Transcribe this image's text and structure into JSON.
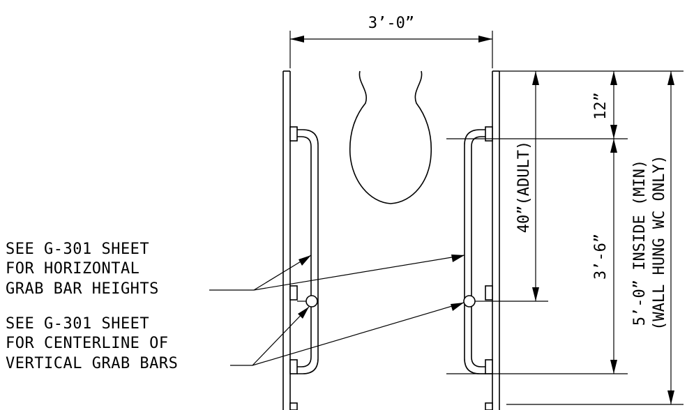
{
  "dimensions": {
    "width_label": "3’-0”",
    "top_offset_label": "12”",
    "adult_height_label": "40”(ADULT)",
    "bar_span_label": "3’-6”",
    "inside_line1": "5’-0” INSIDE (MIN)",
    "inside_line2": "(WALL HUNG WC ONLY)"
  },
  "notes": {
    "horizontal": [
      "SEE G-301 SHEET",
      "FOR HORIZONTAL",
      "GRAB BAR HEIGHTS"
    ],
    "vertical": [
      "SEE G-301 SHEET",
      "FOR CENTERLINE OF",
      "VERTICAL GRAB BARS"
    ]
  }
}
